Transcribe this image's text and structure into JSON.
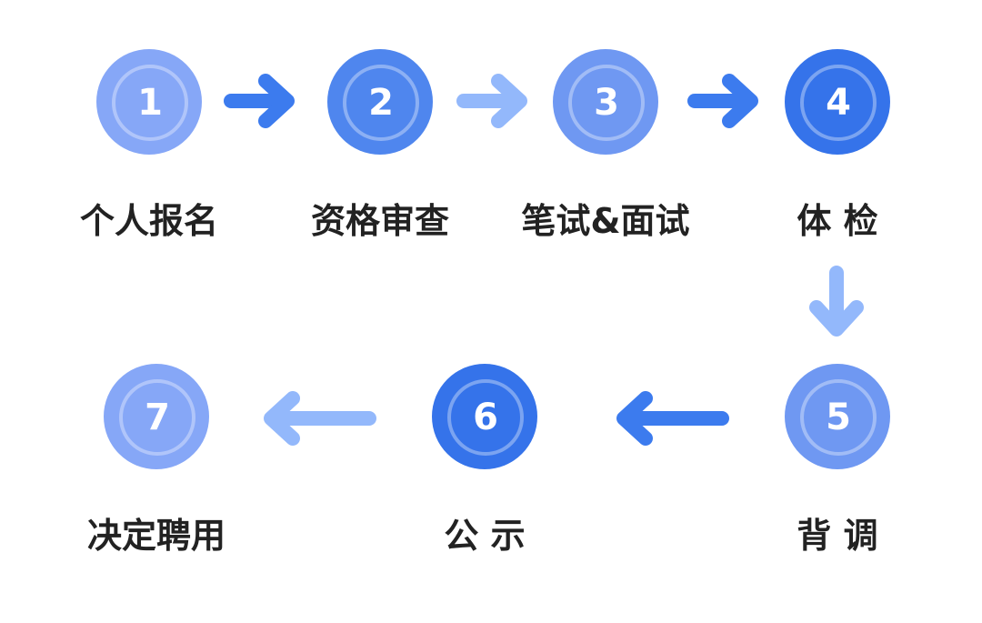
{
  "steps": [
    {
      "num": "1",
      "label": "个人报名"
    },
    {
      "num": "2",
      "label": "资格审查"
    },
    {
      "num": "3",
      "label": "笔试&面试"
    },
    {
      "num": "4",
      "label": "体 检"
    },
    {
      "num": "5",
      "label": "背 调"
    },
    {
      "num": "6",
      "label": "公 示"
    },
    {
      "num": "7",
      "label": "决定聘用"
    }
  ],
  "colors": {
    "light": "#86a7f7",
    "medium": "#6f98f2",
    "medium_dark": "#4f86ee",
    "dark": "#3573ea",
    "arrow_light": "#93b8fb",
    "arrow_dark": "#3c7bee",
    "text": "#222222"
  }
}
